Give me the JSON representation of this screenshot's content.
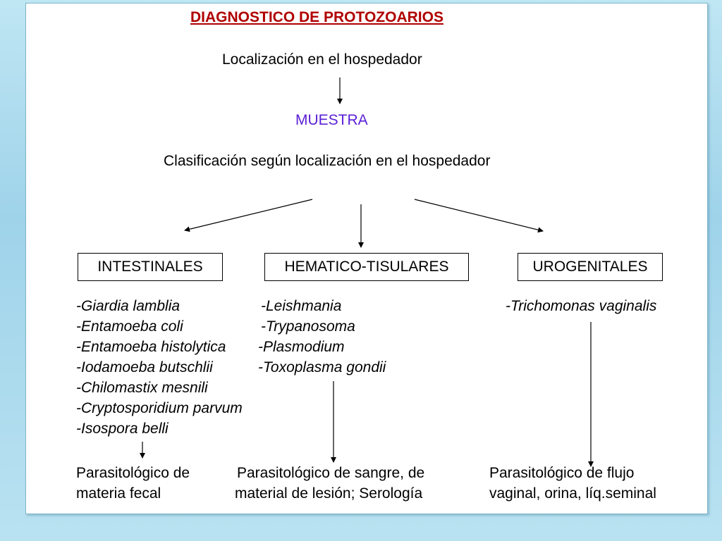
{
  "title": "DIAGNOSTICO DE PROTOZOARIOS",
  "location": "Localización en el hospedador",
  "sample": "MUESTRA",
  "classification": "Clasificación según localización en el hospedador",
  "categories": [
    {
      "label": "INTESTINALES",
      "species": [
        "-Giardia lamblia",
        "-Entamoeba coli",
        "-Entamoeba histolytica",
        "-Iodamoeba butschlii",
        "-Chilomastix mesnili",
        "-Cryptosporidium parvum",
        "-Isospora belli"
      ],
      "diagnosis": [
        "Parasitológico de",
        "materia fecal"
      ]
    },
    {
      "label": "HEMATICO-TISULARES",
      "species": [
        "-Leishmania",
        "-Trypanosoma",
        "-Plasmodium",
        "-Toxoplasma gondii"
      ],
      "diagnosis": [
        "Parasitológico de sangre, de",
        "material de lesión; Serología"
      ]
    },
    {
      "label": "UROGENITALES",
      "species": [
        "-Trichomonas vaginalis"
      ],
      "diagnosis": [
        "Parasitológico de flujo",
        "vaginal, orina, líq.seminal"
      ]
    }
  ],
  "colors": {
    "title": "#b00000",
    "sample": "#5a1fd6"
  }
}
